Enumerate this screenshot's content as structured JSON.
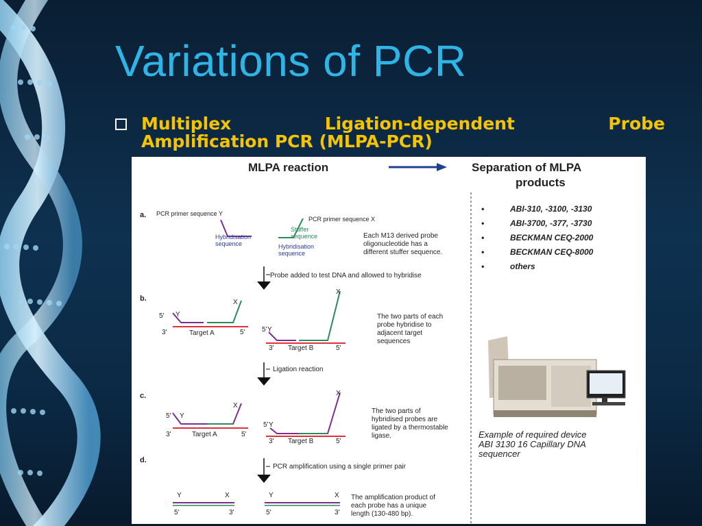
{
  "slide": {
    "title": "Variations of PCR",
    "bullet": {
      "words_line1": [
        "Multiplex",
        "Ligation-dependent",
        "Probe"
      ],
      "line2": "Amplification PCR (MLPA-PCR)"
    }
  },
  "figure": {
    "header_left": "MLPA reaction",
    "header_right_line1": "Separation of MLPA",
    "header_right_line2": "products",
    "devices": [
      "ABI-310, -3100, -3130",
      "ABI-3700, -377, -3730",
      "BECKMAN CEQ-2000",
      "BECKMAN CEQ-8000",
      "others"
    ],
    "bullet_char": "•",
    "caption": [
      "Example of required device",
      "ABI 3130 16 Capillary DNA",
      "sequencer"
    ],
    "steps": {
      "a": {
        "label": "a.",
        "primer_y": "PCR primer sequence Y",
        "primer_x": "PCR primer sequence X",
        "hyb_left": [
          "Hybridisation",
          "sequence"
        ],
        "stuffer": [
          "Stuffer",
          "sequence"
        ],
        "hyb_right": [
          "Hybridisation",
          "sequence"
        ],
        "note": [
          "Each M13 derived probe",
          "oligonucleotide has a",
          "different stuffer sequence."
        ]
      },
      "arrow1": "Probe added to test DNA and allowed to hybridise",
      "b": {
        "label": "b.",
        "note": [
          "The two parts of each",
          "probe hybridise to",
          "adjacent target",
          "sequences"
        ]
      },
      "arrow2": "Ligation  reaction",
      "c": {
        "label": "c.",
        "note": [
          "The two parts of",
          "hybridised probes are",
          "ligated by a thermostable",
          "ligase."
        ]
      },
      "arrow3": "PCR amplification using a single primer pair",
      "d": {
        "label": "d.",
        "note": [
          "The amplification product of",
          "each probe has a unique",
          "length (130-480 bp)."
        ]
      }
    },
    "marks": {
      "five_prime": "5'",
      "three_prime": "3'",
      "y": "Y",
      "x": "X",
      "target_a": "Target A",
      "target_b": "Target B"
    }
  }
}
